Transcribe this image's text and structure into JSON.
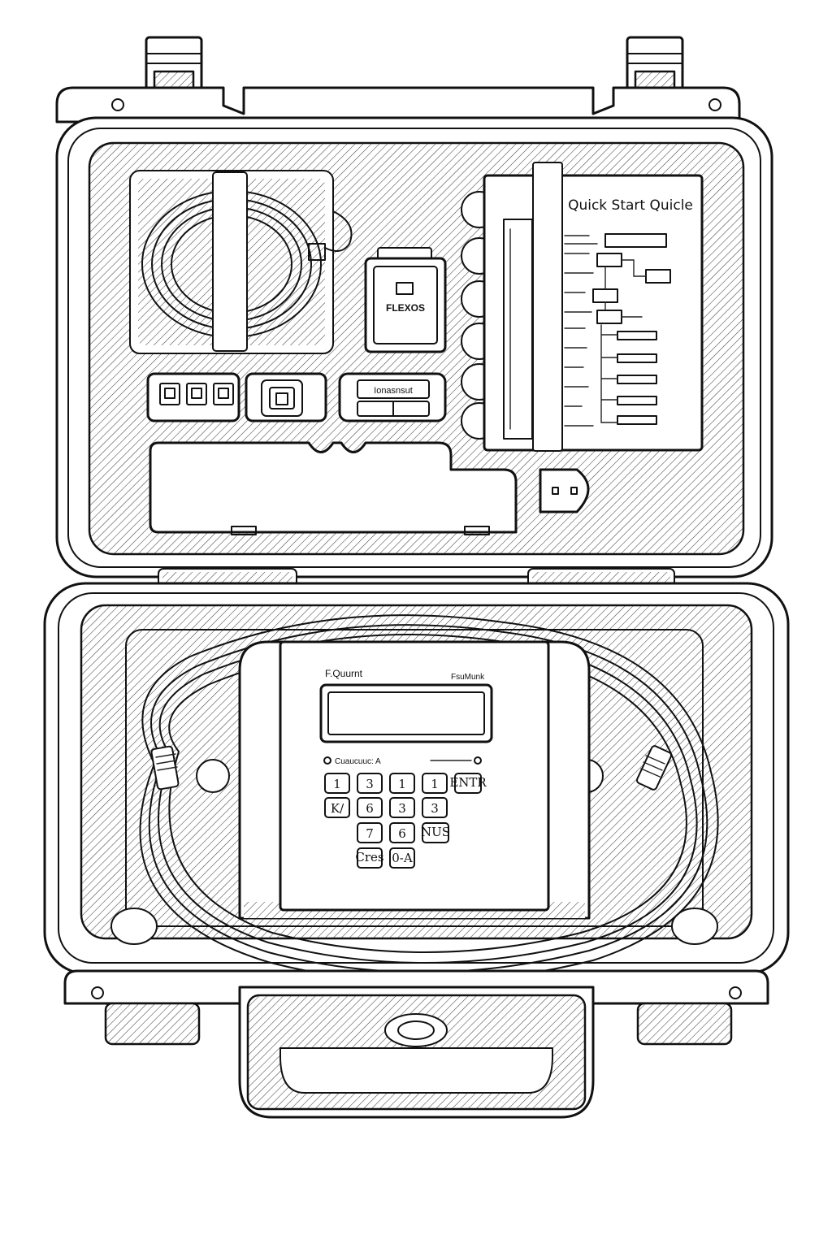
{
  "lid": {
    "quick_start_card": {
      "title": "Quick Start Quicle"
    },
    "module_label": "FLEXOS",
    "slot_label": "Ionasnsut"
  },
  "device": {
    "brand_left": "F.Quurnt",
    "brand_right": "FsuMunk",
    "status_label": "Cuaucuuc: A",
    "keys": [
      "1",
      "3",
      "1",
      "1",
      "ENTR",
      "K/",
      "6",
      "3",
      "3",
      "7",
      "6",
      "NUS",
      "Cres",
      "0-A"
    ]
  }
}
